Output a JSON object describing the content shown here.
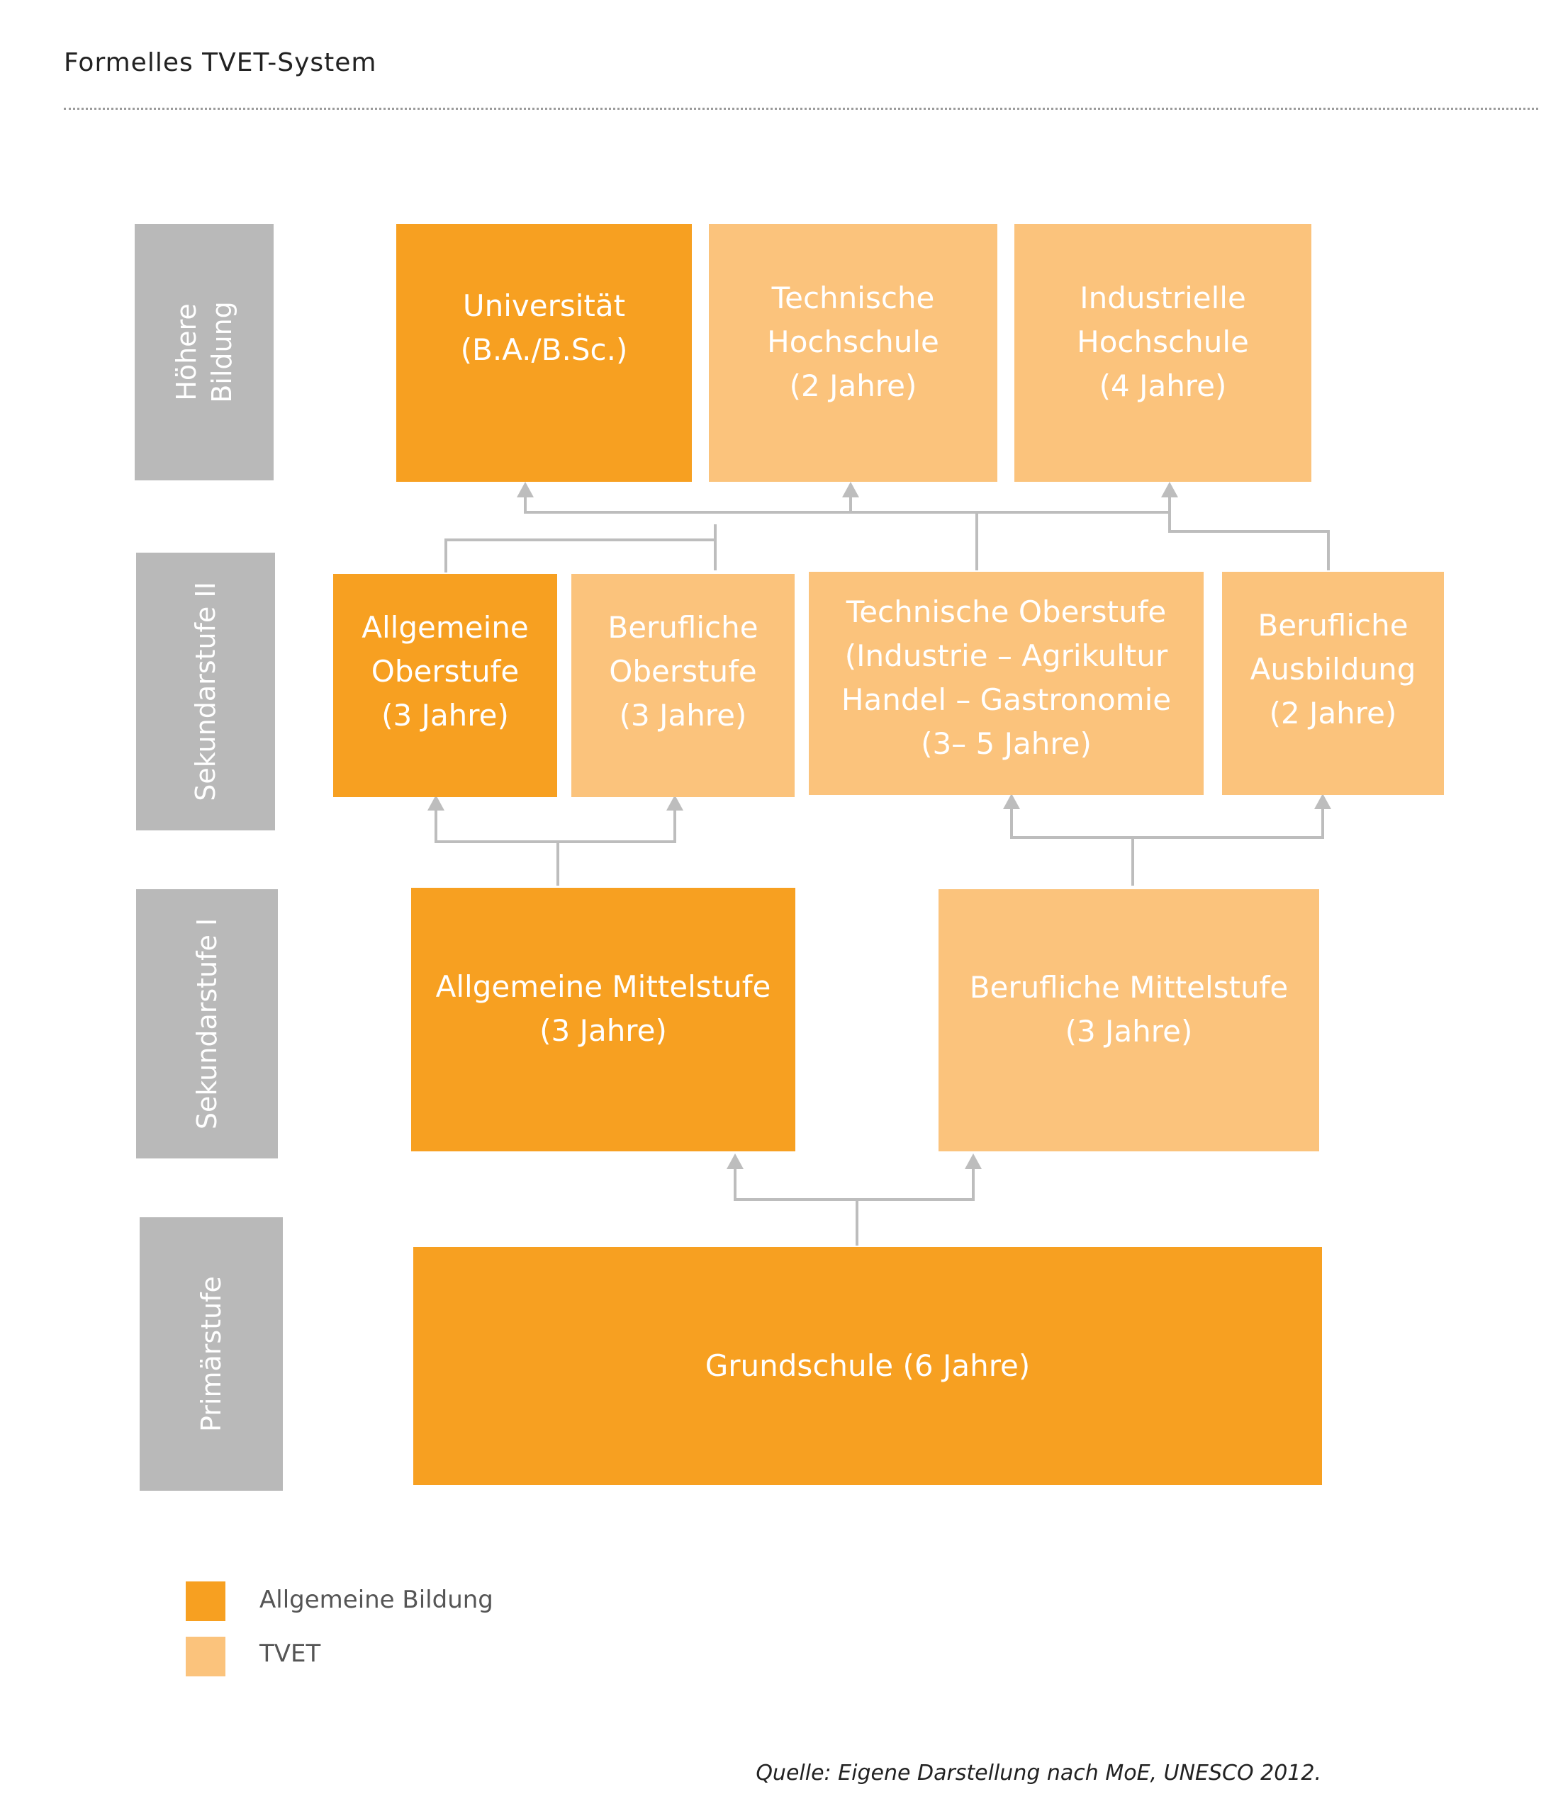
{
  "header": {
    "title": "Formelles TVET-System"
  },
  "colors": {
    "general": "#f7a021",
    "tvet": "#fbc37c",
    "level": "#b9b9b9",
    "connector": "#bdbdbd"
  },
  "levels": {
    "higher": "Höhere\nBildung",
    "sec2": "Sekundarstufe II",
    "sec1": "Sekundarstufe I",
    "primary": "Primärstufe"
  },
  "boxes": {
    "uni": "Universität\n(B.A./B.Sc.)",
    "tech_hs": "Technische\nHochschule\n(2 Jahre)",
    "ind_hs": "Industrielle\nHochschule\n(4 Jahre)",
    "allg_ober": "Allgemeine\nOberstufe\n(3 Jahre)",
    "ber_ober": "Berufliche\nOberstufe\n(3 Jahre)",
    "tech_ober": "Technische Oberstufe\n(Industrie – Agrikultur\nHandel – Gastronomie\n(3– 5 Jahre)",
    "ber_ausb": "Berufliche\nAusbildung\n(2 Jahre)",
    "allg_mittel": "Allgemeine Mittelstufe\n(3 Jahre)",
    "ber_mittel": "Berufliche Mittelstufe\n(3 Jahre)",
    "grundschule": "Grundschule (6 Jahre)"
  },
  "legend": {
    "general": "Allgemeine Bildung",
    "tvet": "TVET"
  },
  "source": "Quelle: Eigene Darstellung nach MoE, UNESCO 2012."
}
